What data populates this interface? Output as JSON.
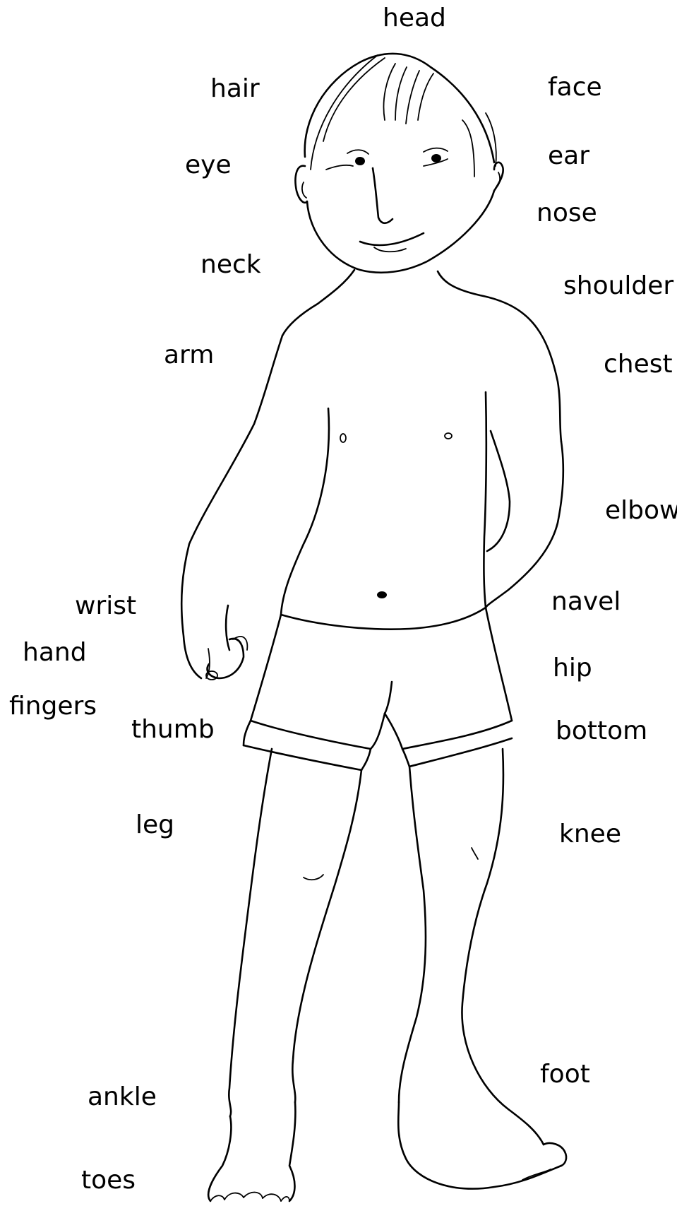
{
  "labels": {
    "head": "head",
    "hair": "hair",
    "face": "face",
    "eye": "eye",
    "ear": "ear",
    "nose": "nose",
    "neck": "neck",
    "shoulder": "shoulder",
    "arm": "arm",
    "chest": "chest",
    "elbow": "elbow",
    "wrist": "wrist",
    "navel": "navel",
    "hand": "hand",
    "hip": "hip",
    "fingers": "fingers",
    "thumb": "thumb",
    "bottom": "bottom",
    "leg": "leg",
    "knee": "knee",
    "foot": "foot",
    "ankle": "ankle",
    "toes": "toes"
  },
  "colors": {
    "ink": "#000000",
    "paper": "#ffffff"
  }
}
